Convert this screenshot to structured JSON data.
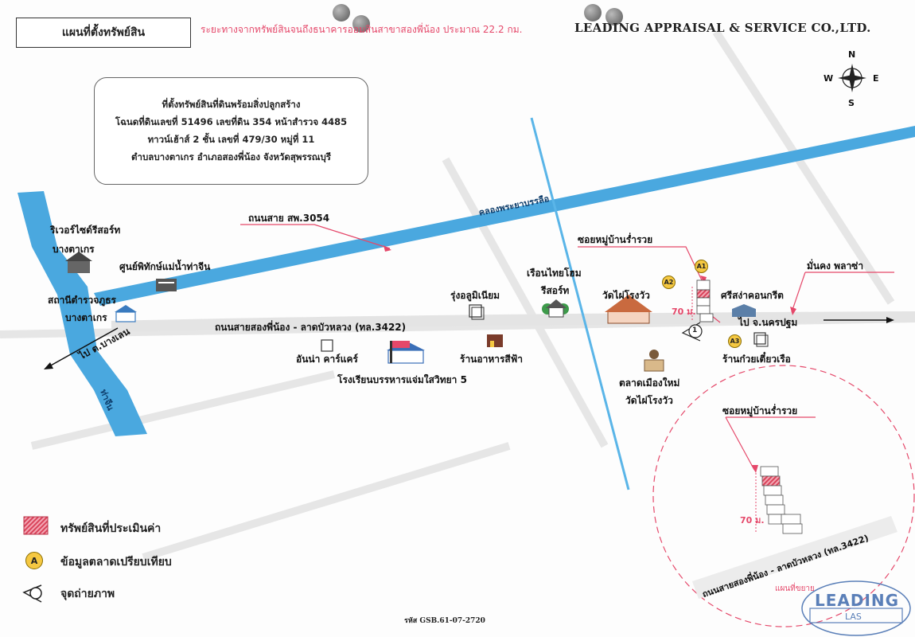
{
  "header": {
    "title": "แผนที่ตั้งทรัพย์สิน",
    "distance_note": "ระยะทางจากทรัพย์สินจนถึงธนาคารออมสินสาขาสองพี่น้อง ประมาณ 22.2 กม.",
    "company": "LEADING APPRAISAL & SERVICE CO.,LTD."
  },
  "info_box": {
    "line1": "ที่ตั้งทรัพย์สินที่ดินพร้อมสิ่งปลูกสร้าง",
    "line2": "โฉนดที่ดินเลขที่ 51496 เลขที่ดิน 354 หน้าสำรวจ 4485",
    "line3": "ทาวน์เฮ้าส์ 2 ชั้น เลขที่ 479/30 หมู่ที่ 11",
    "line4": "ตำบลบางตาเกร อำเภอสองพี่น้อง จังหวัดสุพรรณบุรี"
  },
  "compass": {
    "n": "N",
    "s": "S",
    "e": "E",
    "w": "W"
  },
  "labels": {
    "road_3054": "ถนนสาย สพ.3054",
    "canal": "คลองพระยาบรรลือ",
    "riverside": "ริเวอร์ไซด์รีสอร์ท",
    "bangtakre_1": "บางตาเกร",
    "center": "ศูนย์พิทักษ์แม่น้ำท่าจีน",
    "police_1": "สถานีตำรวจภูธร",
    "police_2": "บางตาเกร",
    "to_bangkhen": "ไป ต.บางเลน",
    "tachin": "ท่าจีน",
    "main_road": "ถนนสายสองพี่น้อง - ลาดบัวหลวง (ทล.3422)",
    "aluminium": "รุ่งอลูมิเนียม",
    "thai_home_1": "เรือนไทยโฮม",
    "thai_home_2": "รีสอร์ท",
    "wat": "วัดไผ่โรงวัว",
    "soi": "ซอยหมู่บ้านร่ำรวย",
    "monkong": "มั่นคง พลาซ่า",
    "srisanga": "ศรีสง่าคอนกรีต",
    "to_nakhonpathom": "ไป จ.นครปฐม",
    "noodle": "ร้านก๋วยเตี๋ยวเรือ",
    "anna": "อันน่า คาร์แคร์",
    "school": "โรงเรียนบรรหารแจ่มใสวิทยา 5",
    "restaurant": "ร้านอาหารสีฟ้า",
    "market_1": "ตลาดเมืองใหม่",
    "market_2": "วัดไผ่โรงวัว",
    "dist_70": "70 ม.",
    "inset_soi": "ซอยหมู่บ้านร่ำรวย",
    "inset_dist": "70 ม.",
    "inset_road": "ถนนสายสองพี่น้อง - ลาดบัวหลวง (ทล.3422)",
    "inset_title": "แผนที่ขยาย"
  },
  "pins": {
    "a1": "A1",
    "a2": "A2",
    "a3": "A3",
    "photo": "1",
    "legend_a": "A"
  },
  "legend": {
    "property": "ทรัพย์สินที่ประเมินค่า",
    "comparable": "ข้อมูลตลาดเปรียบเทียบ",
    "photo_point": "จุดถ่ายภาพ"
  },
  "stamp": {
    "top": "LEADING",
    "bottom": "LAS"
  },
  "footer": {
    "code": "รหัส GSB.61-07-2720"
  },
  "colors": {
    "water": "#4aa8df",
    "accent_pink": "#e5486a",
    "pin_yellow": "#f5c842",
    "property_red": "#d9435a"
  }
}
